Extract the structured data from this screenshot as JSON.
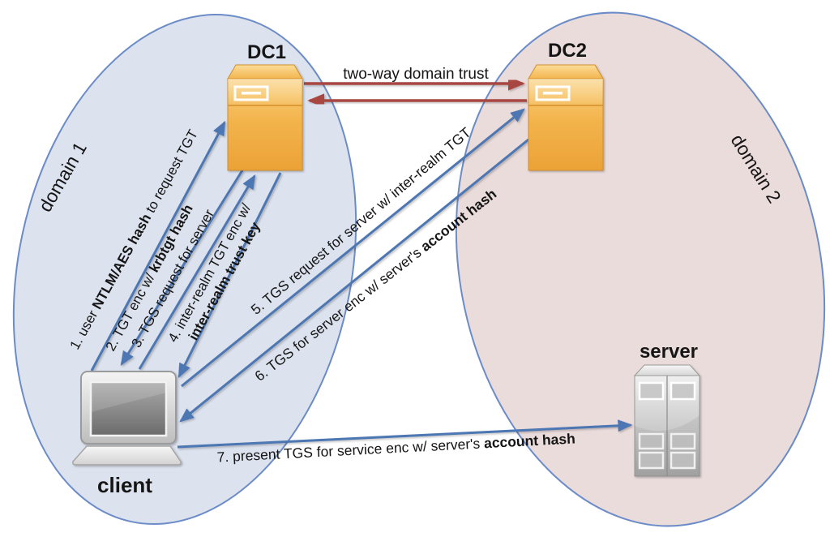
{
  "domains": [
    {
      "label": "domain 1",
      "fill": "#dce2ee",
      "stroke": "#6b8cc7"
    },
    {
      "label": "domain 2",
      "fill": "#ebdcdc",
      "stroke": "#6b8cc7"
    }
  ],
  "nodes": {
    "dc1": {
      "label": "DC1",
      "icon": "filing-cabinet-server-icon",
      "domain": "domain 1"
    },
    "dc2": {
      "label": "DC2",
      "icon": "filing-cabinet-server-icon",
      "domain": "domain 2"
    },
    "client": {
      "label": "client",
      "icon": "laptop-icon",
      "domain": "domain 1"
    },
    "server": {
      "label": "server",
      "icon": "server-tower-icon",
      "domain": "domain 2"
    }
  },
  "trust_link": {
    "label": "two-way domain trust",
    "between": [
      "DC1",
      "DC2"
    ],
    "style": "two-way",
    "color": "#a84643"
  },
  "flows": [
    {
      "num": 1,
      "from": "client",
      "to": "DC1",
      "lines": [
        [
          {
            "t": "1. user ",
            "b": 0
          },
          {
            "t": "NTLM/AES hash",
            "b": 1
          },
          {
            "t": " to request TGT",
            "b": 0
          }
        ]
      ]
    },
    {
      "num": 2,
      "from": "DC1",
      "to": "client",
      "lines": [
        [
          {
            "t": "2. TGT enc w/ ",
            "b": 0
          },
          {
            "t": "krbtgt hash",
            "b": 1
          }
        ]
      ]
    },
    {
      "num": 3,
      "from": "client",
      "to": "DC1",
      "lines": [
        [
          {
            "t": "3. TGS request for server",
            "b": 0
          }
        ]
      ]
    },
    {
      "num": 4,
      "from": "DC1",
      "to": "client",
      "lines": [
        [
          {
            "t": "4. inter-realm TGT enc w/",
            "b": 0
          }
        ],
        [
          {
            "t": "inter-realm trust key",
            "b": 1
          }
        ]
      ]
    },
    {
      "num": 5,
      "from": "client",
      "to": "DC2",
      "lines": [
        [
          {
            "t": "5. TGS request for server w/ inter-realm TGT",
            "b": 0
          }
        ]
      ]
    },
    {
      "num": 6,
      "from": "DC2",
      "to": "client",
      "lines": [
        [
          {
            "t": "6. TGS for server enc w/ server's ",
            "b": 0
          },
          {
            "t": "account hash",
            "b": 1
          }
        ]
      ]
    },
    {
      "num": 7,
      "from": "client",
      "to": "server",
      "lines": [
        [
          {
            "t": "7. present TGS for service enc w/ server's ",
            "b": 0
          },
          {
            "t": "account hash",
            "b": 1
          }
        ]
      ]
    }
  ],
  "colors": {
    "flow_arrow": "#4d77b3",
    "trust_arrow": "#a84643",
    "dc_body": "#f2b04a",
    "hardware_gray": "#d0d0d0",
    "label_text": "#151515"
  }
}
